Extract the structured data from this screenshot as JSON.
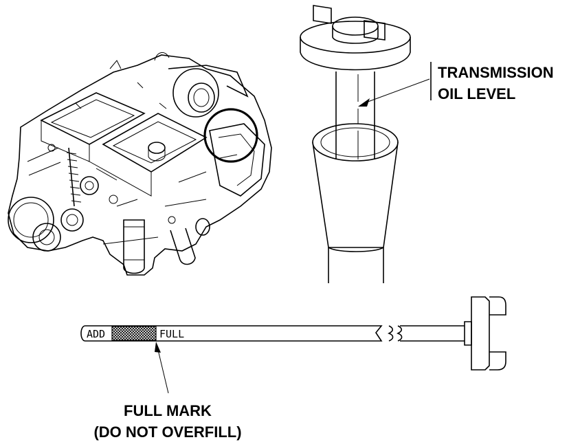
{
  "labels": {
    "transmission_line1": "TRANSMISSION",
    "transmission_line2": "OIL LEVEL",
    "full_mark_line1": "FULL MARK",
    "full_mark_line2": "(DO NOT OVERFILL)"
  },
  "dipstick": {
    "add_text": "ADD",
    "full_text": "FULL"
  },
  "colors": {
    "ink": "#000000",
    "background": "#ffffff"
  }
}
